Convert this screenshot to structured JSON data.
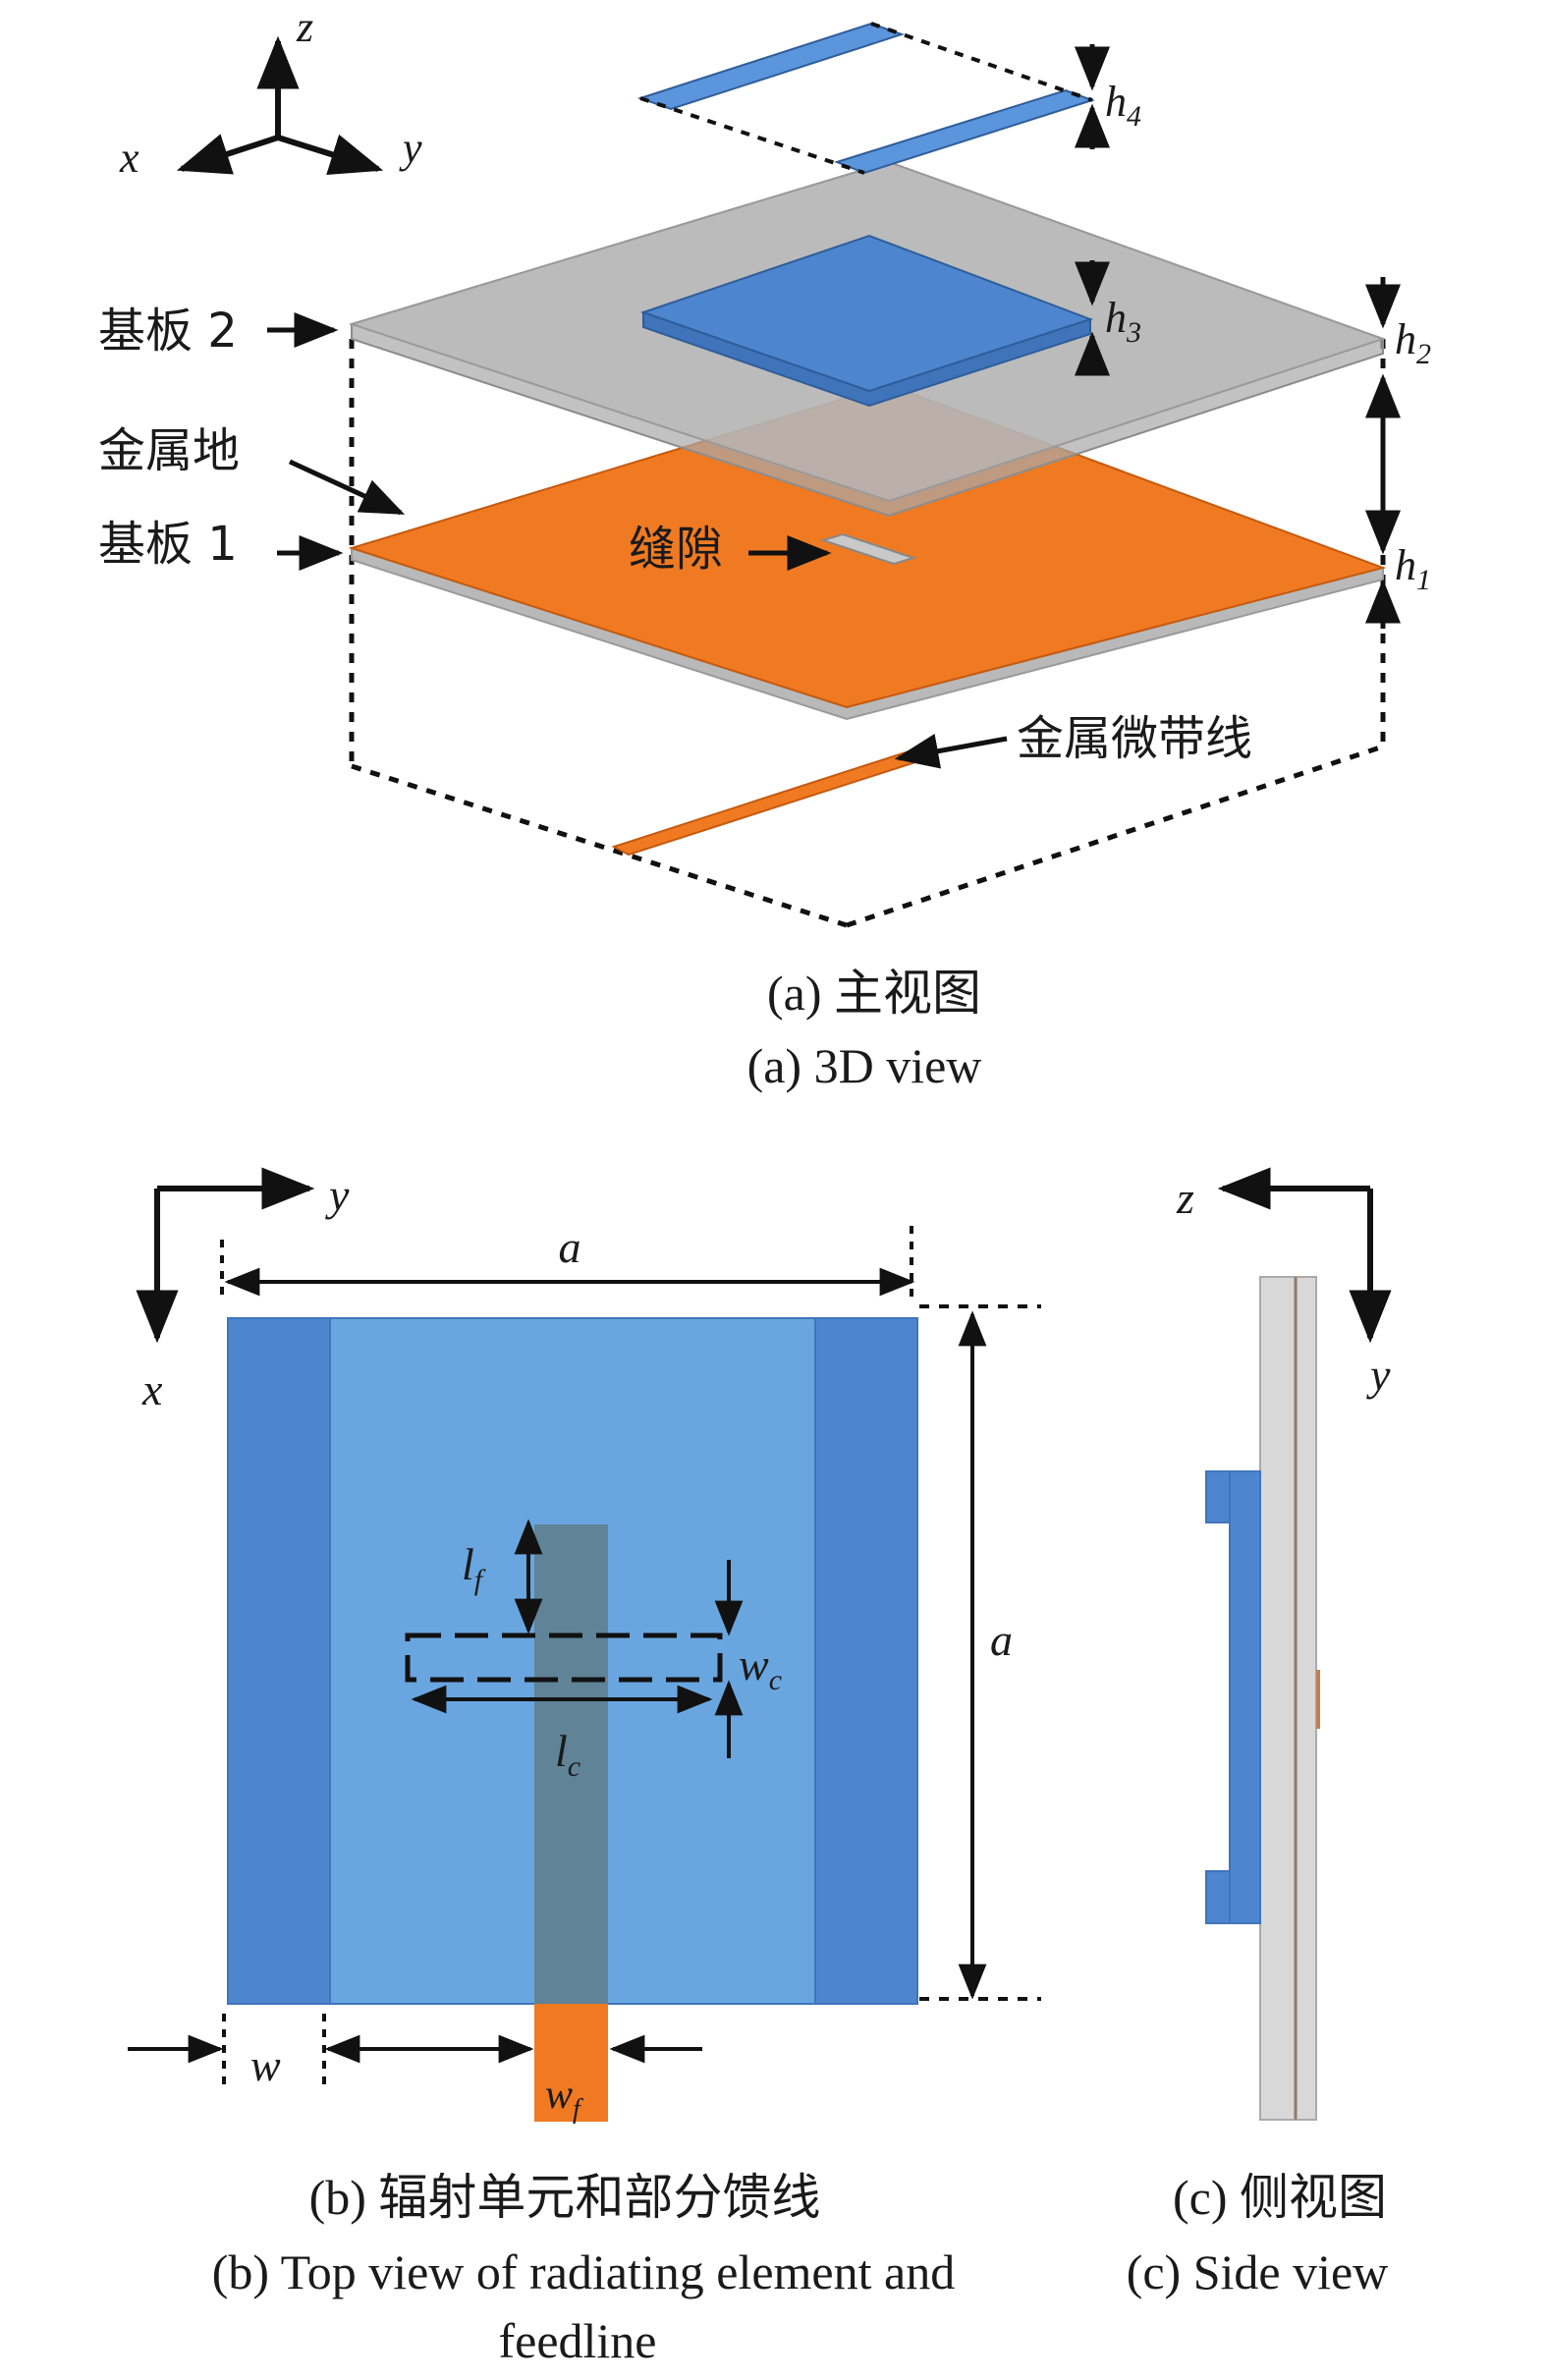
{
  "colors": {
    "patch_blue": "#4d86cf",
    "parasitic_blue": "#5b95dc",
    "light_blue": "#69a6e0",
    "substrate_gray": "#b9b9b9",
    "substrate_edge": "#9a9a9a",
    "ground_orange": "#f07a22",
    "overlap_brown": "#a86b3c",
    "feed_dark": "#5f7f8f",
    "side_gray": "#d8d8d8",
    "line": "#111111"
  },
  "view_a": {
    "axes": {
      "x": "x",
      "y": "y",
      "z": "z"
    },
    "labels": {
      "substrate2": "基板 2",
      "ground": "金属地",
      "substrate1": "基板 1",
      "slot": "缝隙",
      "microstrip": "金属微带线"
    },
    "dims": {
      "h1_base": "h",
      "h1_sub": "1",
      "h2_base": "h",
      "h2_sub": "2",
      "h3_base": "h",
      "h3_sub": "3",
      "h4_base": "h",
      "h4_sub": "4"
    },
    "caption_cn": "(a) 主视图",
    "caption_en": "(a) 3D view"
  },
  "view_b": {
    "axes": {
      "x": "x",
      "y": "y"
    },
    "dims": {
      "a_top": "a",
      "a_side": "a",
      "lf_base": "l",
      "lf_sub": "f",
      "wc_base": "w",
      "wc_sub": "c",
      "lc_base": "l",
      "lc_sub": "c",
      "w": "w",
      "wf_base": "w",
      "wf_sub": "f"
    },
    "caption_cn": "(b) 辐射单元和部分馈线",
    "caption_en_line1": "(b) Top view of radiating element and",
    "caption_en_line2": "feedline"
  },
  "view_c": {
    "axes": {
      "z": "z",
      "y": "y"
    },
    "caption_cn": "(c) 侧视图",
    "caption_en": "(c) Side view"
  }
}
